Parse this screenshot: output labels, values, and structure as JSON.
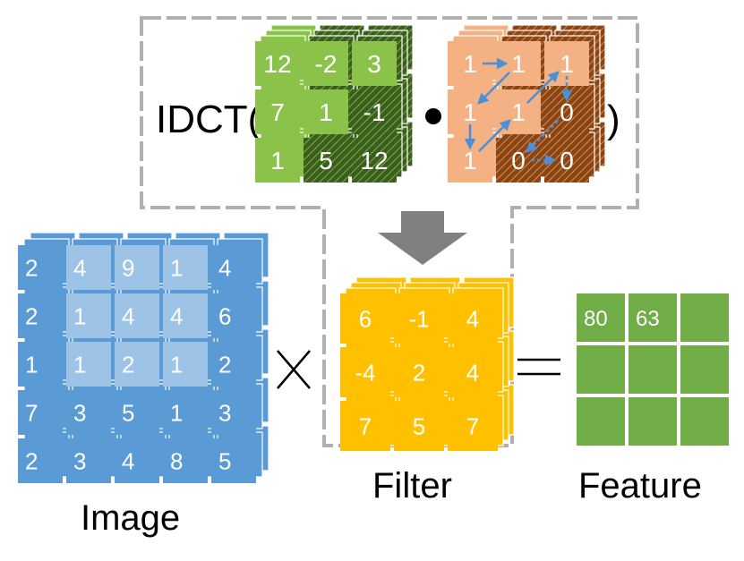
{
  "idct": {
    "prefix": "IDCT(",
    "suffix": ")",
    "operator": "●",
    "coefficients": [
      [
        "12",
        "-2",
        "3"
      ],
      [
        "7",
        "1",
        "-1"
      ],
      [
        "1",
        "5",
        "12"
      ]
    ],
    "coefficients_masked": [
      [
        false,
        false,
        false
      ],
      [
        false,
        false,
        true
      ],
      [
        false,
        true,
        true
      ]
    ],
    "mask": [
      [
        "1",
        "1",
        "1"
      ],
      [
        "1",
        "1",
        "0"
      ],
      [
        "1",
        "0",
        "0"
      ]
    ],
    "mask_masked": [
      [
        false,
        false,
        false
      ],
      [
        false,
        false,
        true
      ],
      [
        false,
        true,
        true
      ]
    ]
  },
  "image": {
    "label": "Image",
    "values": [
      [
        "2",
        "4",
        "9",
        "1",
        "4"
      ],
      [
        "2",
        "1",
        "4",
        "4",
        "6"
      ],
      [
        "1",
        "1",
        "2",
        "1",
        "2"
      ],
      [
        "7",
        "3",
        "5",
        "1",
        "3"
      ],
      [
        "2",
        "3",
        "4",
        "8",
        "5"
      ]
    ],
    "highlight": [
      [
        false,
        true,
        true,
        true,
        false
      ],
      [
        false,
        true,
        true,
        true,
        false
      ],
      [
        false,
        true,
        true,
        true,
        false
      ],
      [
        false,
        false,
        false,
        false,
        false
      ],
      [
        false,
        false,
        false,
        false,
        false
      ]
    ]
  },
  "multiply_symbol": "×",
  "equals_symbol": "=",
  "filter": {
    "label": "Filter",
    "values": [
      [
        "6",
        "-1",
        "4"
      ],
      [
        "-4",
        "2",
        "4"
      ],
      [
        "7",
        "5",
        "7"
      ]
    ]
  },
  "feature": {
    "label": "Feature",
    "values": [
      [
        "80",
        "63",
        ""
      ],
      [
        "",
        "",
        ""
      ],
      [
        "",
        "",
        ""
      ]
    ]
  },
  "colors": {
    "green": "#8bc34a",
    "green_dark": "#3b5d1f",
    "orange": "#f4b183",
    "orange_dark": "#8b4513",
    "blue": "#5b9bd5",
    "blue_light": "#9dc3e6",
    "yellow": "#ffc000",
    "feature_green": "#70ad47",
    "arrow_gray": "#808080",
    "dashed_gray": "#b0b0b0",
    "zigzag_blue": "#4a90d9"
  }
}
